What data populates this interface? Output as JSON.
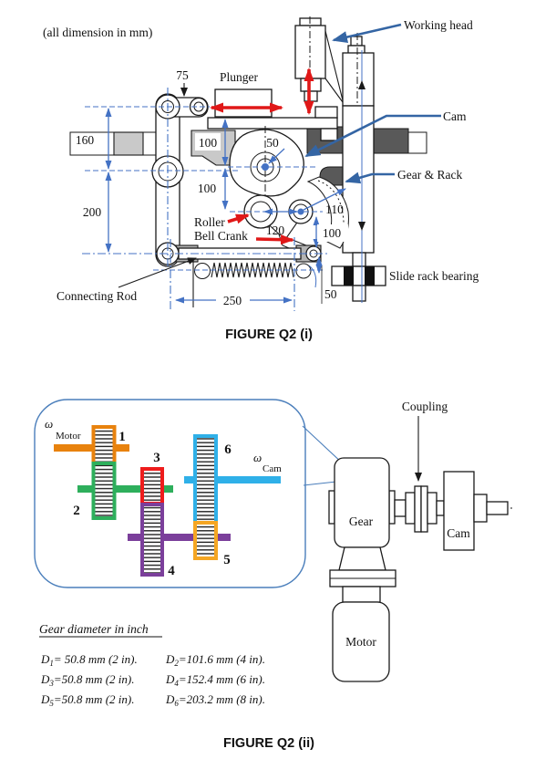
{
  "page": {
    "note": "(all dimension in mm)"
  },
  "figure1": {
    "caption": "FIGURE Q2 (i)",
    "labels": {
      "working_head": "Working head",
      "plunger": "Plunger",
      "cam": "Cam",
      "gear_rack": "Gear & Rack",
      "slide_rack_bearing": "Slide rack bearing",
      "roller": "Roller",
      "bell_crank": "Bell Crank",
      "connecting_rod": "Connecting Rod"
    },
    "dims": {
      "top_offset": "75",
      "left_upper": "160",
      "left_lower": "200",
      "plunger_height": "100",
      "cam_to_roller": "100",
      "cam_radius": "50",
      "roller_span": "120",
      "sector_offset": "110",
      "crank_height": "100",
      "rod_length": "250",
      "spring_offset": "50"
    }
  },
  "figure2": {
    "caption": "FIGURE Q2 (ii)",
    "labels": {
      "coupling": "Coupling",
      "gearbox": "Gear",
      "cam_disc": "Cam",
      "motor": "Motor",
      "omega": "ω",
      "omega_motor": "Motor",
      "omega_cam": "Cam"
    },
    "gears": [
      {
        "num": "1",
        "color": "#E8820D"
      },
      {
        "num": "2",
        "color": "#2EAF5C"
      },
      {
        "num": "3",
        "color": "#EE1C1C"
      },
      {
        "num": "4",
        "color": "#7B3F9B"
      },
      {
        "num": "5",
        "color": "#F5A623"
      },
      {
        "num": "6",
        "color": "#2FB0E8"
      }
    ],
    "diameters": {
      "heading": "Gear diameter in inch",
      "items": [
        {
          "sym": "D",
          "sub": "1",
          "value": "= 50.8 mm (2 in)."
        },
        {
          "sym": "D",
          "sub": "2",
          "value": "=101.6 mm (4 in)."
        },
        {
          "sym": "D",
          "sub": "3",
          "value": "=50.8 mm (2 in)."
        },
        {
          "sym": "D",
          "sub": "4",
          "value": "=152.4 mm (6 in)."
        },
        {
          "sym": "D",
          "sub": "5",
          "value": "=50.8 mm (2 in)."
        },
        {
          "sym": "D",
          "sub": "6",
          "value": "=203.2 mm (8 in)."
        }
      ]
    },
    "colors": {
      "dim_blue": "#4472C4",
      "leader_blue": "#3465A4",
      "arrow_red": "#E01818"
    }
  }
}
